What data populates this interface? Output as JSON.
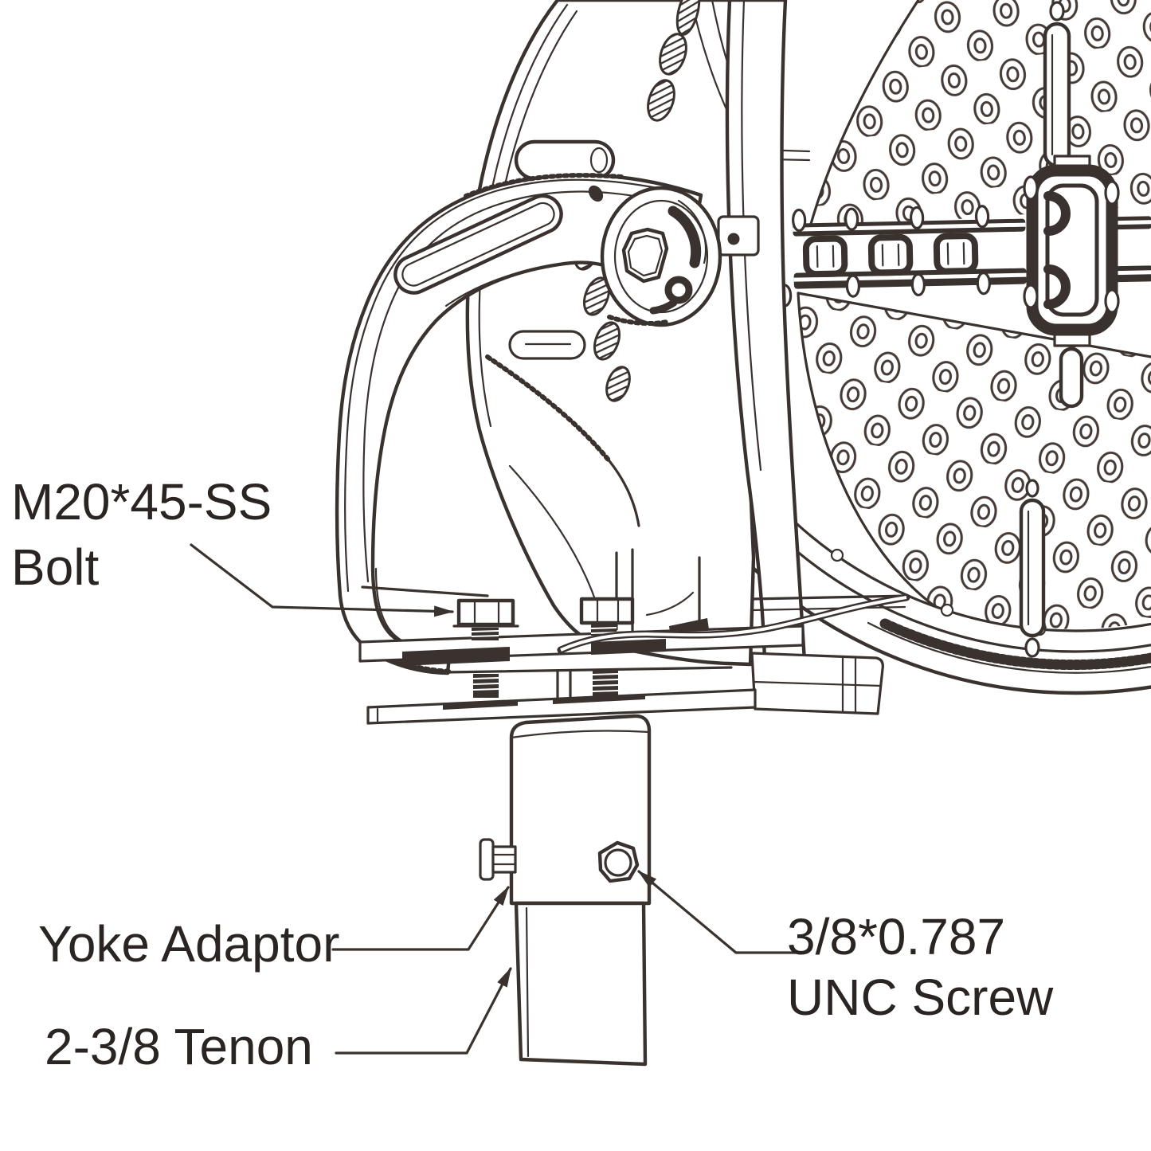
{
  "figure": {
    "kind": "technical-line-diagram",
    "subject": "stadium-flood-light-mounting",
    "ink_color": "#3a322e",
    "text_color": "#2a2522",
    "background_color": "#ffffff"
  },
  "callouts": {
    "bolt": {
      "line1": "M20*45-SS",
      "line2": "Bolt"
    },
    "yoke_adaptor": {
      "label": "Yoke Adaptor"
    },
    "tenon": {
      "label": "2-3/8 Tenon"
    },
    "unc_screw": {
      "line1": "3/8*0.787",
      "line2": "UNC Screw"
    }
  }
}
